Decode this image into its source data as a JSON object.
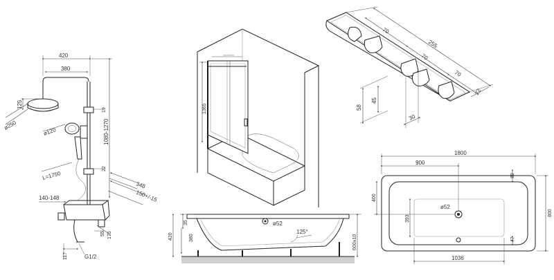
{
  "shower_system": {
    "labels": [
      "420",
      "380",
      "125",
      "ø250",
      "ø120",
      "19",
      "1080-1270",
      "22",
      "L=1750",
      "348",
      "150+/-15",
      "140-148",
      "55",
      "175",
      "117",
      "G1/2"
    ]
  },
  "bath_screen": {
    "labels": [
      "1365"
    ]
  },
  "towel_rack": {
    "labels": [
      "255",
      "70",
      "70",
      "70",
      "22",
      "58",
      "45",
      "30"
    ]
  },
  "bath_top": {
    "labels": [
      "1800",
      "900",
      "89",
      "400",
      "ø52",
      "393",
      "800",
      "47",
      "1036"
    ]
  },
  "bath_side": {
    "labels": [
      "35",
      "380",
      "420",
      "ø52",
      "125°",
      "600±10"
    ]
  }
}
